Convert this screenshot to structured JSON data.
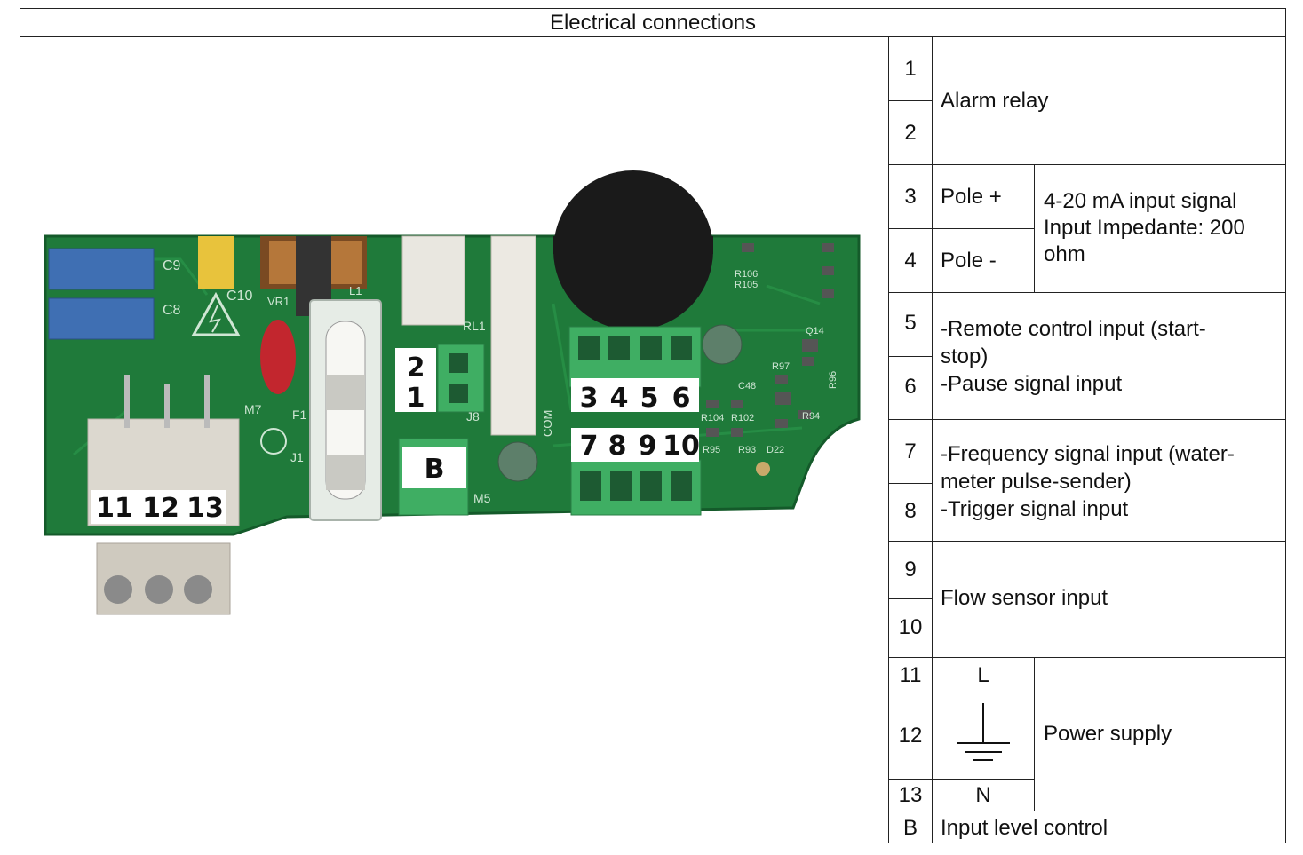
{
  "title": "Electrical connections",
  "photo_labels": {
    "relay": [
      "2",
      "1"
    ],
    "input_top": [
      "3",
      "4",
      "5",
      "6"
    ],
    "input_bottom": [
      "7",
      "8",
      "9",
      "10"
    ],
    "power": [
      "11",
      "12",
      "13"
    ],
    "b": "B"
  },
  "board_silkscreen": [
    "C9",
    "C8",
    "C10",
    "VR1",
    "L1",
    "RL1",
    "M7",
    "F1",
    "J1",
    "J8",
    "M5",
    "COM",
    "R106",
    "R105",
    "Q14",
    "R97",
    "R96",
    "C48",
    "R104",
    "R102",
    "R94",
    "R95",
    "R93",
    "D22"
  ],
  "rows": {
    "r1": "1",
    "r2": "2",
    "alarm": "Alarm relay",
    "r3": "3",
    "pole_plus": "Pole +",
    "r4": "4",
    "pole_minus": "Pole -",
    "ma_signal": [
      "4-20 mA input signal",
      "Input Impedante: 200",
      "ohm"
    ],
    "r5": "5",
    "r6": "6",
    "remote": [
      "-Remote control input (start-",
      "stop)",
      "-Pause signal input"
    ],
    "r7": "7",
    "r8": "8",
    "freq": [
      "-Frequency signal input (water-",
      "meter pulse-sender)",
      "-Trigger signal input"
    ],
    "r9": "9",
    "r10": "10",
    "flow": "Flow sensor input",
    "r11": "11",
    "l": "L",
    "r12": "12",
    "earth_icon": "ground-symbol",
    "r13": "13",
    "n": "N",
    "power": "Power supply",
    "rb": "B",
    "level": "Input level control"
  },
  "colors": {
    "pcb": "#1f7a3a",
    "terminal": "#3fae63",
    "connector": "#dcd8cf"
  }
}
